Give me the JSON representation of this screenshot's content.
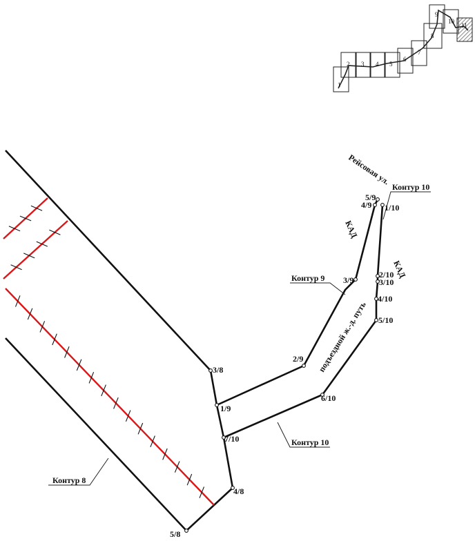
{
  "overview_map": {
    "sheets": [
      "1",
      "2",
      "3",
      "4",
      "5",
      "6",
      "7",
      "8",
      "9",
      "10",
      "11"
    ]
  },
  "contours": {
    "c8": "Контур 8",
    "c9": "Контур 9",
    "c10_top": "Контур 10",
    "c10_bottom": "Контур 10"
  },
  "points": {
    "p3_8": "3/8",
    "p4_8": "4/8",
    "p5_8": "5/8",
    "p1_9": "1/9",
    "p2_9": "2/9",
    "p3_9": "3/9",
    "p4_9": "4/9",
    "p5_9": "5/9",
    "p1_10": "1/10",
    "p2_10": "2/10",
    "p3_10": "3/10",
    "p4_10": "4/10",
    "p5_10": "5/10",
    "p6_10": "6/10",
    "p7_10": "7/10"
  },
  "roads": {
    "street": "Рейсовая ул.",
    "kad_left": "КАД",
    "kad_right": "КАД",
    "rail": "подъездной ж.-д. путь"
  },
  "colors": {
    "line": "#111111",
    "red_line": "#d81818",
    "hatch": "#555555"
  }
}
